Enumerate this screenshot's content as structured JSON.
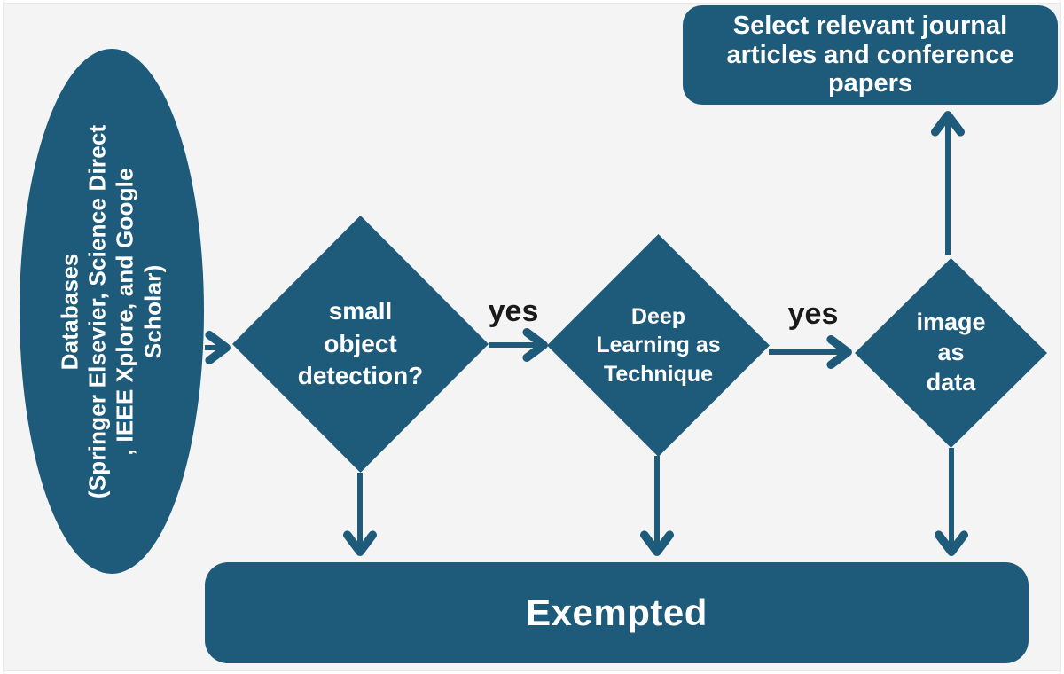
{
  "diagram": {
    "type": "flowchart",
    "palette": {
      "node_fill": "#1e5b7a",
      "background": "#f4f4f5",
      "node_text": "#ffffff",
      "edge_label_text": "#1a1a1a"
    },
    "nodes": {
      "databases": {
        "shape": "ellipse",
        "text": "Databases\n(Springer Elsevier, Science Direct\n, IEEE Xplore, and Google\nScholar)"
      },
      "small_object": {
        "shape": "diamond",
        "text": "small\nobject\ndetection?"
      },
      "deep_learning": {
        "shape": "diamond",
        "text": "Deep\nLearning as\nTechnique"
      },
      "image_as_data": {
        "shape": "diamond",
        "text": "image\nas\ndata"
      },
      "select": {
        "shape": "rounded-rect",
        "text": "Select relevant journal\narticles and conference\npapers"
      },
      "exempted": {
        "shape": "rounded-rect",
        "text": "Exempted"
      }
    },
    "edge_labels": {
      "yes_first": "yes",
      "yes_second": "yes"
    }
  }
}
